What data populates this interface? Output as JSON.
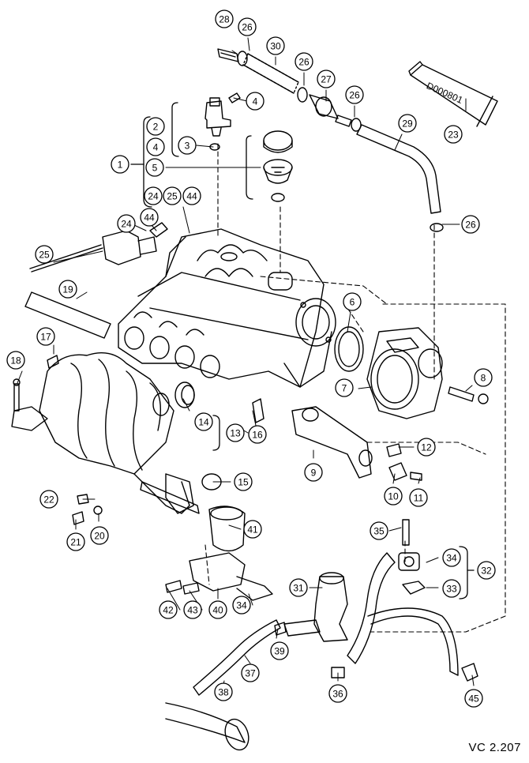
{
  "diagram": {
    "ref_code": "VC 2.207",
    "tube_label": "D000801",
    "callouts": [
      {
        "id": "c28",
        "label": "28"
      },
      {
        "id": "c26a",
        "label": "26"
      },
      {
        "id": "c30",
        "label": "30"
      },
      {
        "id": "c26b",
        "label": "26"
      },
      {
        "id": "c27",
        "label": "27"
      },
      {
        "id": "c26c",
        "label": "26"
      },
      {
        "id": "c4a",
        "label": "4"
      },
      {
        "id": "c2",
        "label": "2"
      },
      {
        "id": "c4b",
        "label": "4"
      },
      {
        "id": "c3",
        "label": "3"
      },
      {
        "id": "c1",
        "label": "1"
      },
      {
        "id": "c5",
        "label": "5"
      },
      {
        "id": "c23",
        "label": "23"
      },
      {
        "id": "c29",
        "label": "29"
      },
      {
        "id": "c24a",
        "label": "24"
      },
      {
        "id": "c25a",
        "label": "25"
      },
      {
        "id": "c44a",
        "label": "44"
      },
      {
        "id": "c26d",
        "label": "26"
      },
      {
        "id": "c24b",
        "label": "24"
      },
      {
        "id": "c44b",
        "label": "44"
      },
      {
        "id": "c25b",
        "label": "25"
      },
      {
        "id": "c19",
        "label": "19"
      },
      {
        "id": "c6",
        "label": "6"
      },
      {
        "id": "c17",
        "label": "17"
      },
      {
        "id": "c18",
        "label": "18"
      },
      {
        "id": "c7",
        "label": "7"
      },
      {
        "id": "c8",
        "label": "8"
      },
      {
        "id": "c14",
        "label": "14"
      },
      {
        "id": "c13",
        "label": "13"
      },
      {
        "id": "c16",
        "label": "16"
      },
      {
        "id": "c12",
        "label": "12"
      },
      {
        "id": "c9",
        "label": "9"
      },
      {
        "id": "c15",
        "label": "15"
      },
      {
        "id": "c10",
        "label": "10"
      },
      {
        "id": "c11",
        "label": "11"
      },
      {
        "id": "c22",
        "label": "22"
      },
      {
        "id": "c41",
        "label": "41"
      },
      {
        "id": "c20",
        "label": "20"
      },
      {
        "id": "c21",
        "label": "21"
      },
      {
        "id": "c35",
        "label": "35"
      },
      {
        "id": "c34a",
        "label": "34"
      },
      {
        "id": "c32",
        "label": "32"
      },
      {
        "id": "c33",
        "label": "33"
      },
      {
        "id": "c31",
        "label": "31"
      },
      {
        "id": "c42",
        "label": "42"
      },
      {
        "id": "c43",
        "label": "43"
      },
      {
        "id": "c40",
        "label": "40"
      },
      {
        "id": "c34b",
        "label": "34"
      },
      {
        "id": "c39",
        "label": "39"
      },
      {
        "id": "c37",
        "label": "37"
      },
      {
        "id": "c36",
        "label": "36"
      },
      {
        "id": "c45",
        "label": "45"
      },
      {
        "id": "c38",
        "label": "38"
      }
    ]
  }
}
